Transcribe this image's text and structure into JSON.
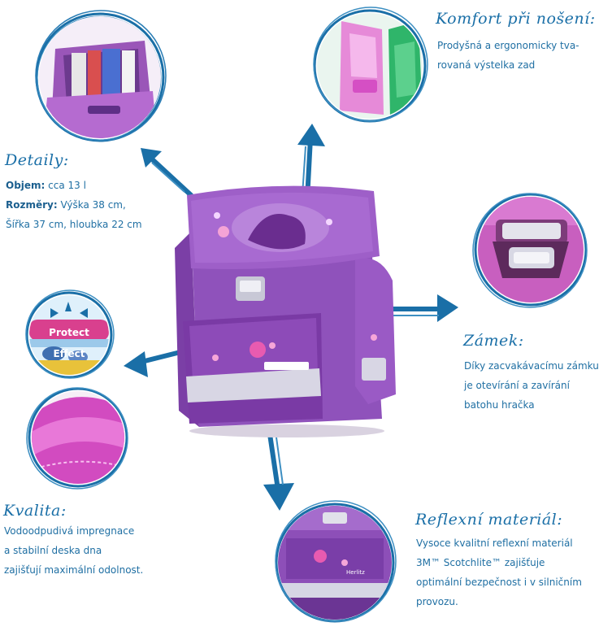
{
  "komfort": {
    "heading": "Komfort při nošení:",
    "text_line1": "Prodyšná a ergonomicky tva-",
    "text_line2": "rovaná výstelka zad"
  },
  "detaily": {
    "heading": "Detaily:",
    "objem_label": "Objem:",
    "objem_value": " cca 13 l",
    "rozmery_label": "Rozměry:",
    "rozmery_value1": " Výška 38 cm,",
    "rozmery_value2": "Šířka 37 cm, hloubka 22 cm"
  },
  "zamek": {
    "heading": "Zámek:",
    "text_line1": "Díky zacvakávacímu zámku",
    "text_line2": "je otevírání a zavírání",
    "text_line3": "batohu hračka"
  },
  "kvalita": {
    "heading": "Kvalita:",
    "text_line1": "Vodoodpudivá impregnace",
    "text_line2": "a stabilní deska dna",
    "text_line3": "zajišťují maximální odolnost."
  },
  "reflexni": {
    "heading": "Reflexní materiál:",
    "text_line1": "Vysoce kvalitní reflexní materiál",
    "text_line2": "3M™ Scotchlite™ zajišťuje",
    "text_line3": "optimální bezpečnost i v silničním",
    "text_line4": "provozu."
  },
  "protect_effect": {
    "label": "Protect Effect"
  },
  "brand": {
    "label": "Herlitz"
  },
  "colors": {
    "accent_blue": "#1a6fa7",
    "bag_purple": "#8a4fb0",
    "bag_dark": "#5e2f86",
    "pink": "#d54fc4"
  }
}
